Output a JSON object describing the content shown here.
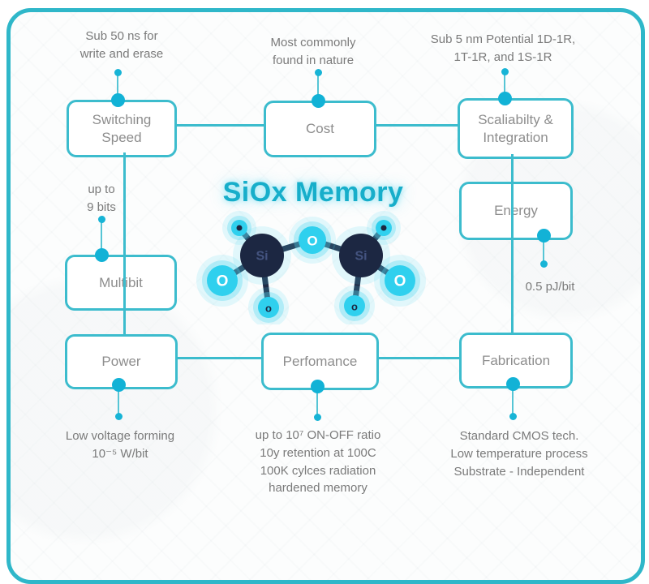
{
  "diagram": {
    "title": "SiOx Memory",
    "nodes": {
      "switching_speed": "Switching\nSpeed",
      "cost": "Cost",
      "scalability": "Scaliabilty &\nIntegration",
      "multibit": "Multibit",
      "energy": "Energy",
      "power": "Power",
      "performance": "Perfomance",
      "fabrication": "Fabrication"
    },
    "annotations": {
      "switching_speed": "Sub 50 ns for\nwrite and erase",
      "cost": "Most commonly\nfound in nature",
      "scalability": "Sub 5 nm Potential 1D-1R,\n1T-1R, and 1S-1R",
      "multibit": "up to\n9 bits",
      "energy": "0.5 pJ/bit",
      "power": "Low voltage forming\n10⁻⁵ W/bit",
      "performance": "up to 10⁷ ON-OFF ratio\n10y retention at 100C\n100K cylces radiation\nhardened memory",
      "fabrication": "Standard CMOS tech.\nLow temperature process\nSubstrate - Independent"
    },
    "molecule": {
      "si_label": "Si",
      "o_label": "O",
      "o_small_label": "o"
    },
    "colors": {
      "accent": "#2fb7c9",
      "box_border": "#3cbccd",
      "connector_dot": "#12b2d6",
      "title_teal": "#17aeca",
      "atom_cyan": "#2fd0ee",
      "atom_navy": "#1c2742",
      "label_gray": "#8d8d8d",
      "note_gray": "#7a7a7a"
    }
  }
}
